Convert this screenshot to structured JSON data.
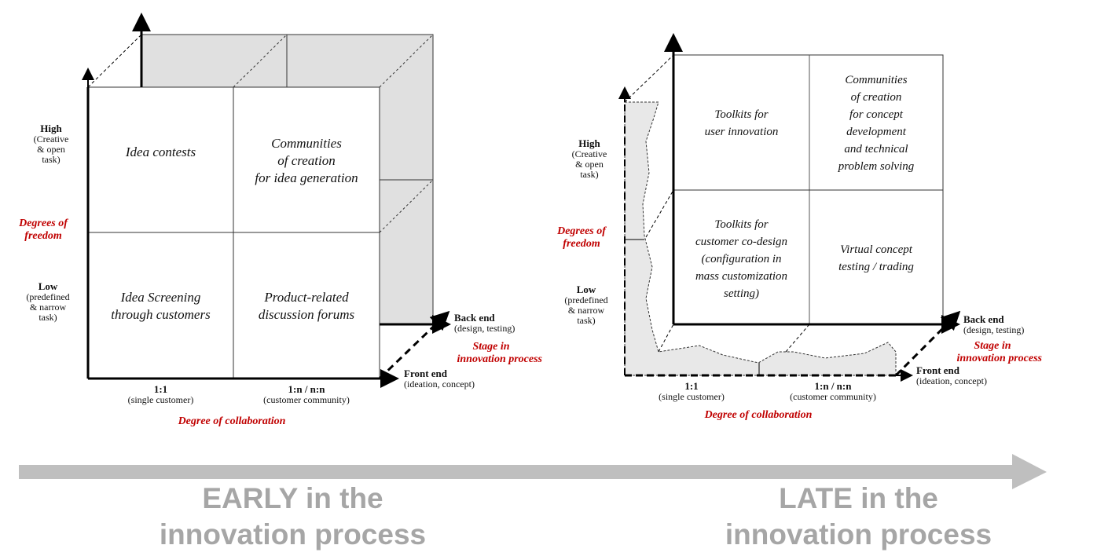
{
  "early": {
    "cells": {
      "high_single": "Idea contests",
      "high_community": [
        "Communities",
        "of creation",
        "for idea generation"
      ],
      "low_single": [
        "Idea Screening",
        "through customers"
      ],
      "low_community": [
        "Product-related",
        "discussion forums"
      ]
    },
    "y_axis": {
      "high": "High",
      "high_sub": [
        "(Creative",
        "& open",
        "task)"
      ],
      "title": [
        "Degrees of",
        "freedom"
      ],
      "low": "Low",
      "low_sub": [
        "(predefined",
        "& narrow",
        "task)"
      ]
    },
    "x_axis": {
      "single": "1:1",
      "single_sub": "(single customer)",
      "community": "1:n / n:n",
      "community_sub": "(customer community)",
      "title": "Degree of collaboration"
    },
    "z_axis": {
      "back": "Back end",
      "back_sub": "(design, testing)",
      "title": [
        "Stage in",
        "innovation process"
      ],
      "front": "Front end",
      "front_sub": "(ideation, concept)"
    },
    "caption": [
      "EARLY in the",
      "innovation process"
    ]
  },
  "late": {
    "cells": {
      "high_single": [
        "Toolkits for",
        "user innovation"
      ],
      "high_community": [
        "Communities",
        "of creation",
        "for concept",
        "development",
        "and technical",
        "problem solving"
      ],
      "low_single": [
        "Toolkits for",
        "customer co-design",
        "(configuration in",
        "mass customization",
        "setting)"
      ],
      "low_community": [
        "Virtual concept",
        "testing / trading"
      ]
    },
    "y_axis": {
      "high": "High",
      "high_sub": [
        "(Creative",
        "& open",
        "task)"
      ],
      "title": [
        "Degrees of",
        "freedom"
      ],
      "low": "Low",
      "low_sub": [
        "(predefined",
        "& narrow",
        "task)"
      ]
    },
    "x_axis": {
      "single": "1:1",
      "single_sub": "(single customer)",
      "community": "1:n / n:n",
      "community_sub": "(customer community)",
      "title": "Degree of collaboration"
    },
    "z_axis": {
      "back": "Back end",
      "back_sub": "(design, testing)",
      "title": [
        "Stage in",
        "innovation process"
      ],
      "front": "Front end",
      "front_sub": "(ideation, concept)"
    },
    "caption": [
      "LATE in the",
      "innovation process"
    ]
  },
  "colors": {
    "accent": "#c00000",
    "panel": "#e0e0e0",
    "arrow": "#bfbfbf",
    "caption": "#a6a6a6"
  }
}
